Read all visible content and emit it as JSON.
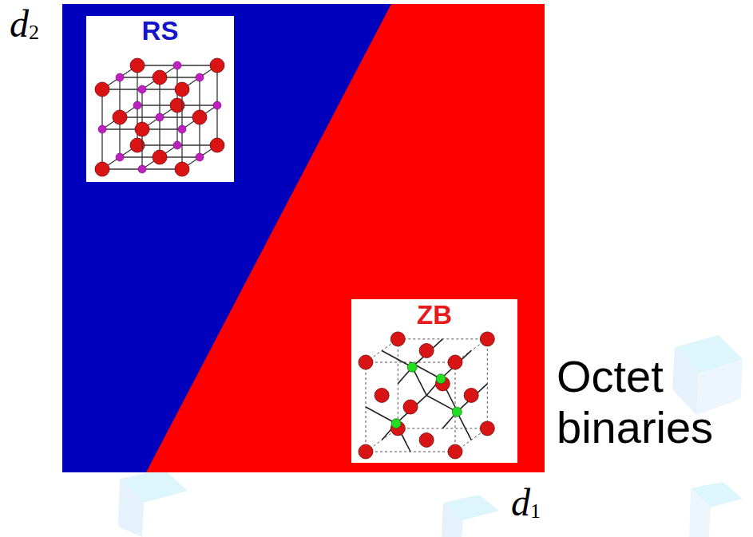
{
  "diagram": {
    "nodes": [
      {
        "text": [
          "RS"
        ]
      },
      {
        "text": [
          "ZB"
        ]
      }
    ],
    "labels": [
      "d2",
      "d1",
      "Octet binaries"
    ]
  }
}
